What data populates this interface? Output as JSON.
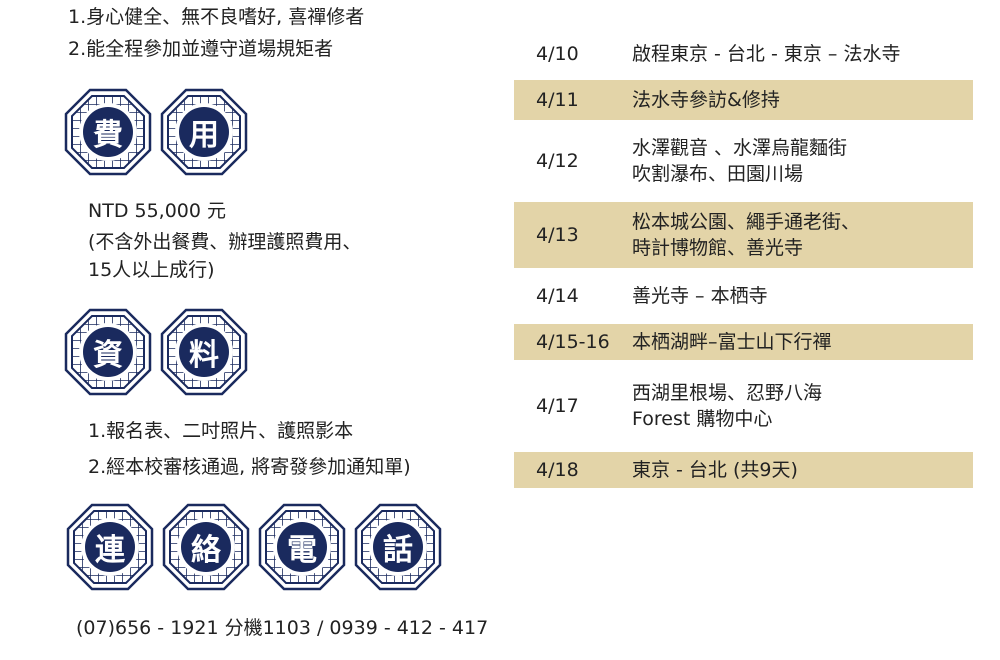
{
  "requirements": [
    "1.身心健全、無不良嗜好, 喜禪修者",
    "2.能全程參加並遵守道場規矩者"
  ],
  "fee": {
    "badge_chars": [
      "費",
      "用"
    ],
    "lines": [
      "NTD 55,000 元",
      "(不含外出餐費、辦理護照費用、",
      "15人以上成行)"
    ]
  },
  "documents": {
    "badge_chars": [
      "資",
      "料"
    ],
    "lines": [
      "1.報名表、二吋照片、護照影本",
      "2.經本校審核通過, 將寄發參加通知單)"
    ]
  },
  "contact": {
    "badge_chars": [
      "連",
      "絡",
      "電",
      "話"
    ],
    "phone": "(07)656 - 1921 分機1103 / 0939 - 412 - 417"
  },
  "schedule": [
    {
      "date": "4/10",
      "lines": [
        "啟程東京 - 台北 - 東京 – 法水寺"
      ],
      "highlight": false
    },
    {
      "date": "4/11",
      "lines": [
        "法水寺參訪&修持"
      ],
      "highlight": true
    },
    {
      "date": "4/12",
      "lines": [
        "水澤觀音 、水澤烏龍麵街",
        "吹割瀑布、田園川場"
      ],
      "highlight": false
    },
    {
      "date": "4/13",
      "lines": [
        "松本城公園、繩手通老街、",
        "時計博物館、善光寺"
      ],
      "highlight": true
    },
    {
      "date": "4/14",
      "lines": [
        "善光寺 – 本栖寺"
      ],
      "highlight": false
    },
    {
      "date": "4/15-16",
      "lines": [
        "本栖湖畔–富士山下行禪"
      ],
      "highlight": true
    },
    {
      "date": "4/17",
      "lines": [
        "西湖里根場、忍野八海",
        "Forest 購物中心"
      ],
      "highlight": false
    },
    {
      "date": "4/18",
      "lines": [
        "東京 - 台北 (共9天)"
      ],
      "highlight": true
    }
  ],
  "colors": {
    "navy": "#1a2a5e",
    "tan": "#e3d4a8",
    "text": "#222222"
  }
}
